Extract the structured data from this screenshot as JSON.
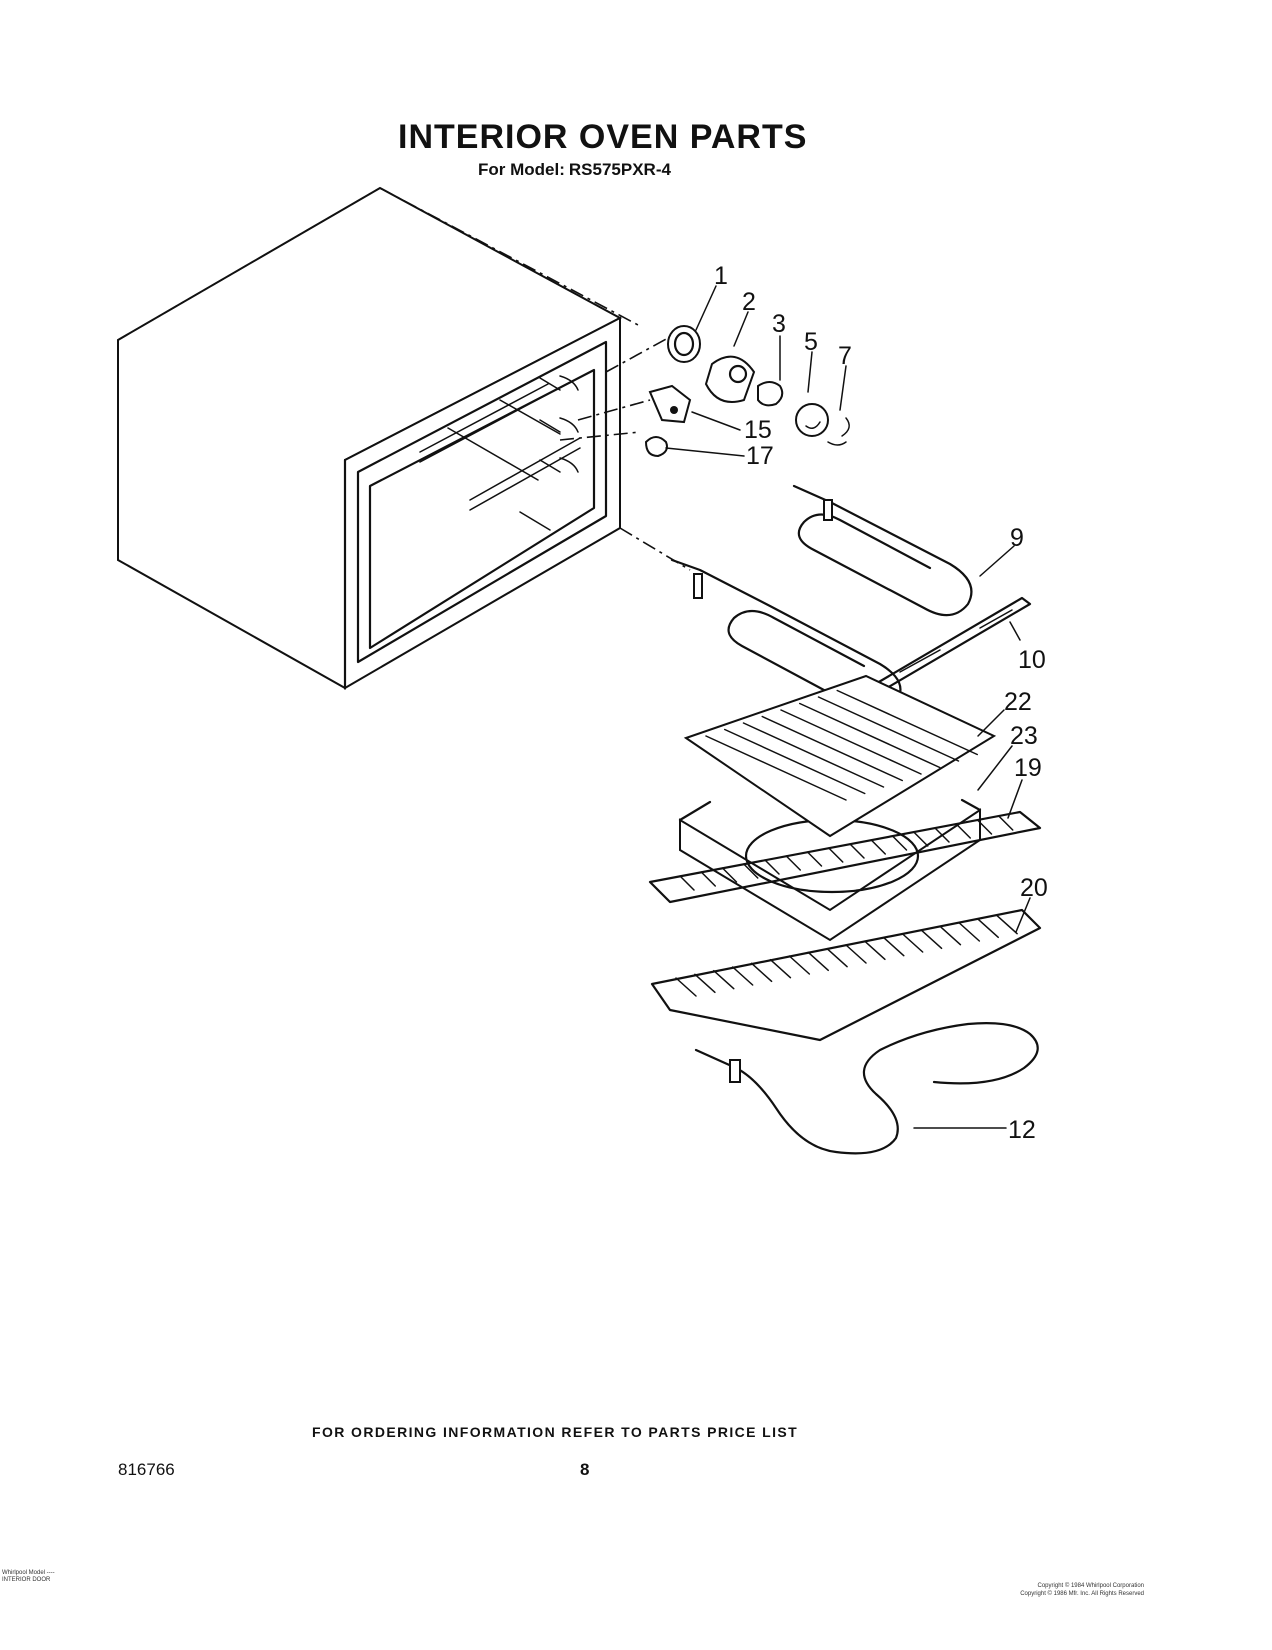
{
  "title": "INTERIOR OVEN PARTS",
  "subtitle": {
    "prefix": "For Model:",
    "model": "RS575PXR-4"
  },
  "part_labels": {
    "p1": "1",
    "p2": "2",
    "p3": "3",
    "p5": "5",
    "p7": "7",
    "p15": "15",
    "p17": "17",
    "p9": "9",
    "p10": "10",
    "p22": "22",
    "p23": "23",
    "p19": "19",
    "p20": "20",
    "p12": "12"
  },
  "ordering_note": "FOR ORDERING INFORMATION REFER TO PARTS PRICE LIST",
  "document_number": "816766",
  "page_number": "8",
  "footer": {
    "left_line1": "Whirlpool Model ----",
    "left_line2": "INTERIOR DOOR",
    "right_line1": "Copyright © 1984 Whirlpool Corporation",
    "right_line2": "Copyright © 1986 Mfr. Inc. All Rights Reserved"
  }
}
